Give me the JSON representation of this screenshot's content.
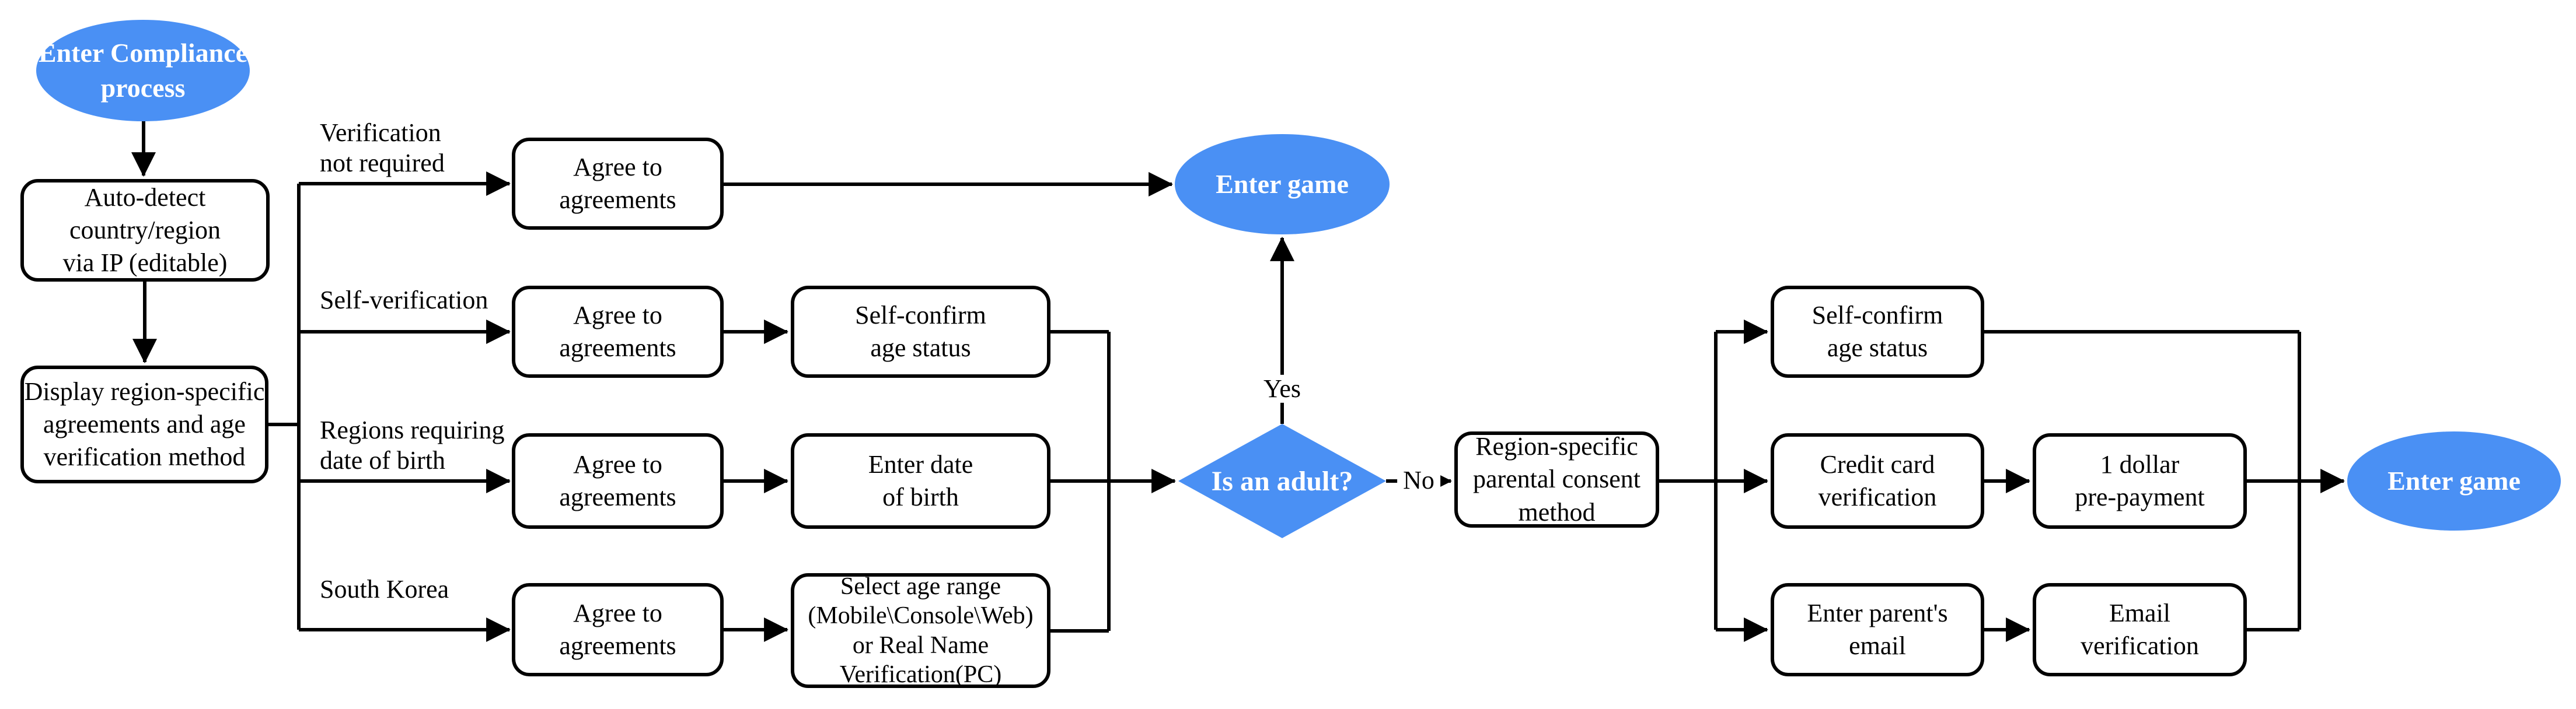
{
  "colors": {
    "accent": "#4a90f4",
    "line": "#000000",
    "background": "#ffffff",
    "node_text": "#000000",
    "terminal_text": "#ffffff"
  },
  "nodes": {
    "start": "Enter Compliance\nprocess",
    "auto_detect": "Auto-detect\ncountry/region\nvia IP (editable)",
    "display_region": "Display region-specific\nagreements and age\nverification method",
    "agree": "Agree to\nagreements",
    "self_confirm": "Self-confirm\nage status",
    "enter_dob": "Enter date\nof birth",
    "select_age_range": "Select age range\n(Mobile\\Console\\Web)\nor Real Name\nVerification(PC)",
    "enter_game_top": "Enter game",
    "is_adult": "Is an adult?",
    "parental_consent": "Region-specific\nparental consent\nmethod",
    "self_confirm_right": "Self-confirm\nage status",
    "credit_card": "Credit card\nverification",
    "parent_email": "Enter parent's\nemail",
    "dollar_prepay": "1 dollar\npre-payment",
    "email_verify": "Email\nverification",
    "enter_game_end": "Enter game"
  },
  "branch_labels": {
    "no_verification": "Verification\nnot required",
    "self_verification": "Self-verification",
    "dob_regions": "Regions requiring\ndate of birth",
    "south_korea": "South Korea"
  },
  "edge_labels": {
    "yes": "Yes",
    "no": "No"
  }
}
